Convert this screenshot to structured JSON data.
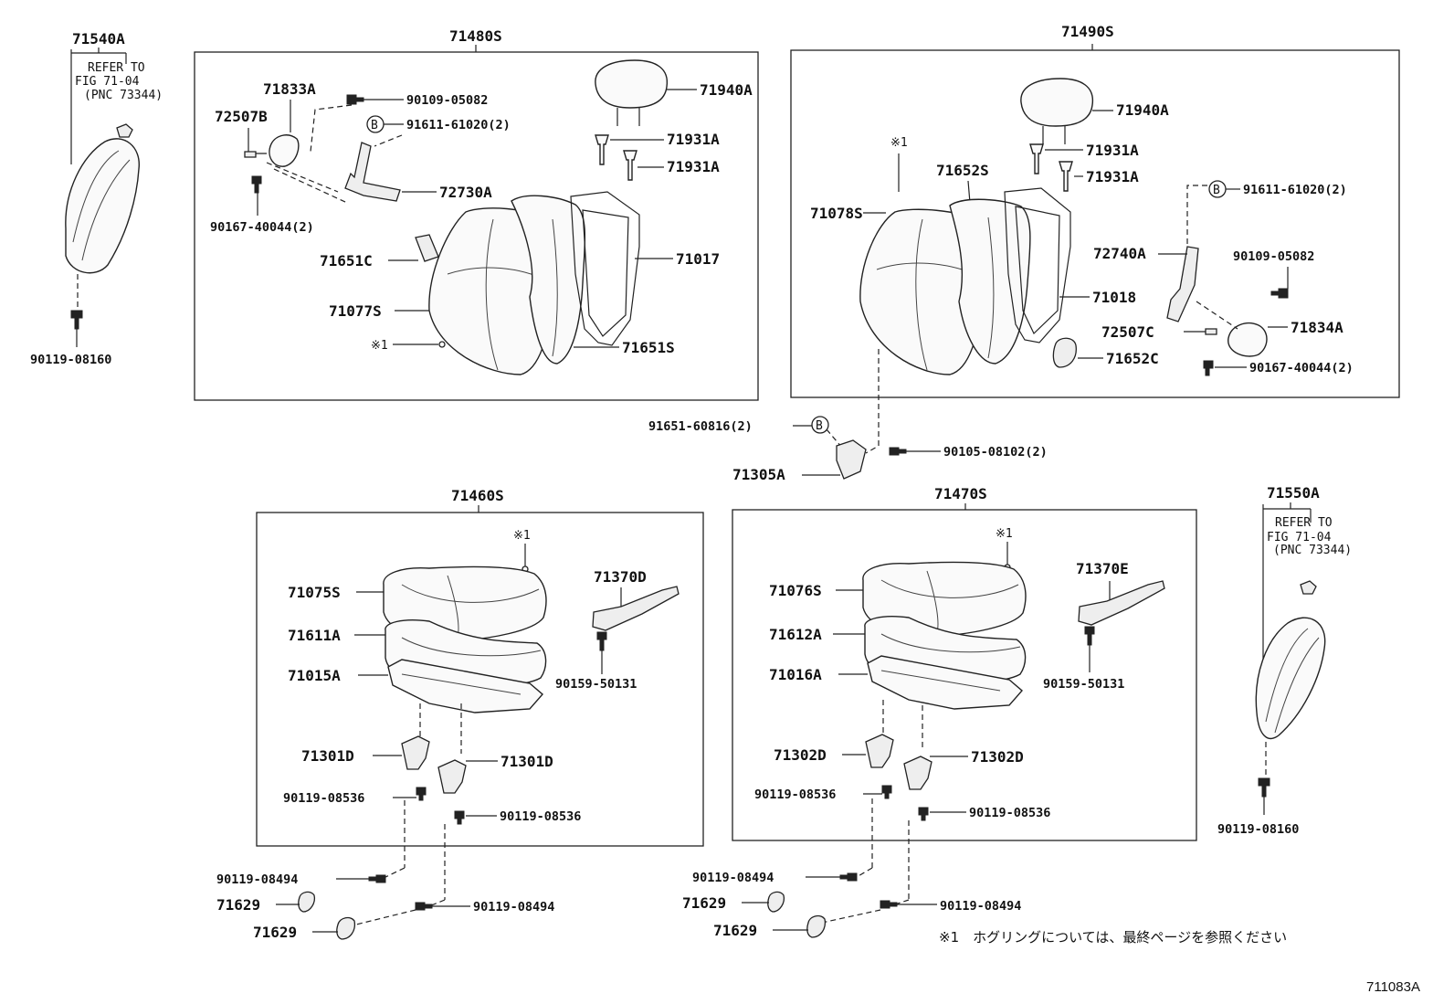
{
  "labels": {
    "l71540A": "71540A",
    "l71480S": "71480S",
    "l71490S": "71490S",
    "l71460S": "71460S",
    "l71470S": "71470S",
    "l71550A": "71550A",
    "refer1": "REFER TO",
    "refer1b": "FIG 71-04",
    "refer1c": "(PNC 73344)",
    "refer2": "REFER TO",
    "refer2b": "FIG 71-04",
    "refer2c": "(PNC 73344)",
    "p90119_08160a": "90119-08160",
    "p90119_08160b": "90119-08160",
    "p71833A": "71833A",
    "p90109_05082a": "90109-05082",
    "p72507B": "72507B",
    "p91611_61020a": "91611-61020(2)",
    "p72730A": "72730A",
    "p90167_40044a": "90167-40044(2)",
    "p71940Aa": "71940A",
    "p71931Aa1": "71931A",
    "p71931Aa2": "71931A",
    "p71651C": "71651C",
    "p71017": "71017",
    "p71077S": "71077S",
    "p71651S": "71651S",
    "p_star1a": "※1",
    "p71940Ab": "71940A",
    "p_star1b": "※1",
    "p71652S": "71652S",
    "p71931Ab1": "71931A",
    "p71931Ab2": "71931A",
    "p71078S": "71078S",
    "p91611_61020b": "91611-61020(2)",
    "p72740A": "72740A",
    "p90109_05082b": "90109-05082",
    "p71018": "71018",
    "p72507C": "72507C",
    "p71834A": "71834A",
    "p71652C": "71652C",
    "p90167_40044b": "90167-40044(2)",
    "p91651_60816": "91651-60816(2)",
    "p90105_08102": "90105-08102(2)",
    "p71305A": "71305A",
    "p_star1c": "※1",
    "p71075S": "71075S",
    "p71370D": "71370D",
    "p71611A": "71611A",
    "p71015A": "71015A",
    "p90159_50131a": "90159-50131",
    "p71301Da": "71301D",
    "p71301Db": "71301D",
    "p90119_08536a": "90119-08536",
    "p90119_08536b": "90119-08536",
    "p90119_08494a": "90119-08494",
    "p71629a": "71629",
    "p90119_08494b": "90119-08494",
    "p71629b": "71629",
    "p_star1d": "※1",
    "p71076S": "71076S",
    "p71370E": "71370E",
    "p71612A": "71612A",
    "p71016A": "71016A",
    "p90159_50131b": "90159-50131",
    "p71302Da": "71302D",
    "p71302Db": "71302D",
    "p90119_08536c": "90119-08536",
    "p90119_08536d": "90119-08536",
    "p90119_08494c": "90119-08494",
    "p71629c": "71629",
    "p90119_08494d": "90119-08494",
    "p71629d": "71629",
    "markerB1": "B",
    "markerB2": "B",
    "markerB3": "B"
  },
  "footnote": "※1　ホグリングについては、最終ページを参照ください",
  "figure_id": "711083A"
}
